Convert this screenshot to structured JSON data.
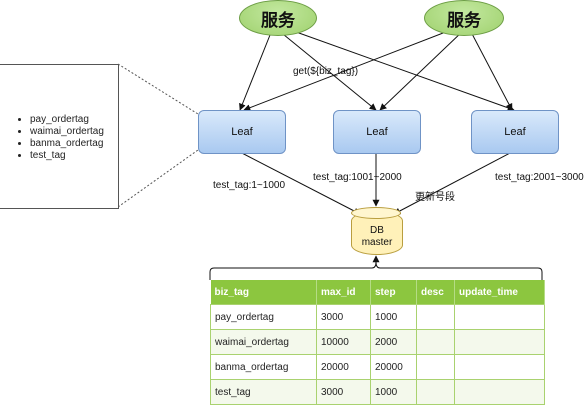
{
  "services": [
    {
      "label": "服务"
    },
    {
      "label": "服务"
    }
  ],
  "get_call_label": "get(${biz_tag})",
  "leaves": [
    {
      "label": "Leaf"
    },
    {
      "label": "Leaf"
    },
    {
      "label": "Leaf"
    }
  ],
  "legend_items": [
    "pay_ordertag",
    "waimai_ordertag",
    "banma_ordertag",
    "test_tag"
  ],
  "segment_labels": [
    "test_tag:1~1000",
    "test_tag:1001~2000",
    "test_tag:2001~3000"
  ],
  "update_label": "更新号段",
  "db": {
    "line1": "DB",
    "line2": "master"
  },
  "table": {
    "headers": [
      "biz_tag",
      "max_id",
      "step",
      "desc",
      "update_time"
    ],
    "rows": [
      [
        "pay_ordertag",
        "3000",
        "1000",
        "",
        ""
      ],
      [
        "waimai_ordertag",
        "10000",
        "2000",
        "",
        ""
      ],
      [
        "banma_ordertag",
        "20000",
        "20000",
        "",
        ""
      ],
      [
        "test_tag",
        "3000",
        "1000",
        "",
        ""
      ]
    ]
  },
  "colors": {
    "service_fill": "#9fd16d",
    "leaf_fill": "#a9c9f0",
    "db_fill": "#fff1b9",
    "table_header": "#8cc63f"
  }
}
